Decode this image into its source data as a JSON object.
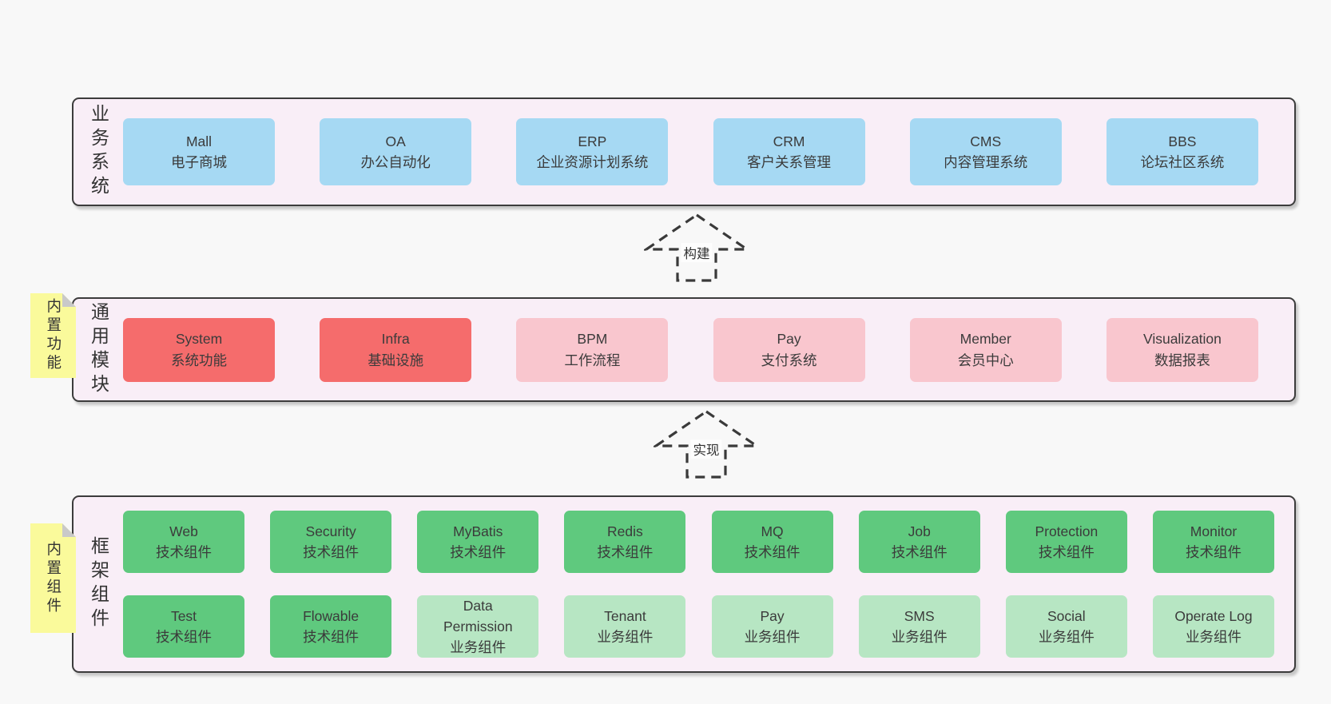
{
  "colors": {
    "background": "#f8f8f8",
    "layer_fill": "#f9eef7",
    "layer_border": "#3c3c3c",
    "blue": "#a6d9f3",
    "red": "#f56c6c",
    "pink": "#f9c6ce",
    "green": "#5fc97e",
    "light_green": "#b7e6c3",
    "sticky_yellow": "#fafa9b",
    "text": "#3b3b3b"
  },
  "layers": {
    "business": {
      "label": "业务系统",
      "boxes": [
        {
          "title": "Mall",
          "subtitle": "电子商城"
        },
        {
          "title": "OA",
          "subtitle": "办公自动化"
        },
        {
          "title": "ERP",
          "subtitle": "企业资源计划系统"
        },
        {
          "title": "CRM",
          "subtitle": "客户关系管理"
        },
        {
          "title": "CMS",
          "subtitle": "内容管理系统"
        },
        {
          "title": "BBS",
          "subtitle": "论坛社区系统"
        }
      ]
    },
    "modules": {
      "label": "通用模块",
      "note": "内置功能",
      "boxes": [
        {
          "title": "System",
          "subtitle": "系统功能"
        },
        {
          "title": "Infra",
          "subtitle": "基础设施"
        },
        {
          "title": "BPM",
          "subtitle": "工作流程"
        },
        {
          "title": "Pay",
          "subtitle": "支付系统"
        },
        {
          "title": "Member",
          "subtitle": "会员中心"
        },
        {
          "title": "Visualization",
          "subtitle": "数据报表"
        }
      ]
    },
    "framework": {
      "label": "框架组件",
      "note": "内置组件",
      "rows": [
        {
          "boxes": [
            {
              "title": "Web",
              "subtitle": "技术组件"
            },
            {
              "title": "Security",
              "subtitle": "技术组件"
            },
            {
              "title": "MyBatis",
              "subtitle": "技术组件"
            },
            {
              "title": "Redis",
              "subtitle": "技术组件"
            },
            {
              "title": "MQ",
              "subtitle": "技术组件"
            },
            {
              "title": "Job",
              "subtitle": "技术组件"
            },
            {
              "title": "Protection",
              "subtitle": "技术组件"
            },
            {
              "title": "Monitor",
              "subtitle": "技术组件"
            }
          ]
        },
        {
          "boxes": [
            {
              "title": "Test",
              "subtitle": "技术组件"
            },
            {
              "title": "Flowable",
              "subtitle": "技术组件"
            },
            {
              "title": "Data Permission",
              "subtitle": "业务组件"
            },
            {
              "title": "Tenant",
              "subtitle": "业务组件"
            },
            {
              "title": "Pay",
              "subtitle": "业务组件"
            },
            {
              "title": "SMS",
              "subtitle": "业务组件"
            },
            {
              "title": "Social",
              "subtitle": "业务组件"
            },
            {
              "title": "Operate Log",
              "subtitle": "业务组件"
            }
          ]
        }
      ]
    }
  },
  "arrows": [
    {
      "label": "构建"
    },
    {
      "label": "实现"
    }
  ]
}
